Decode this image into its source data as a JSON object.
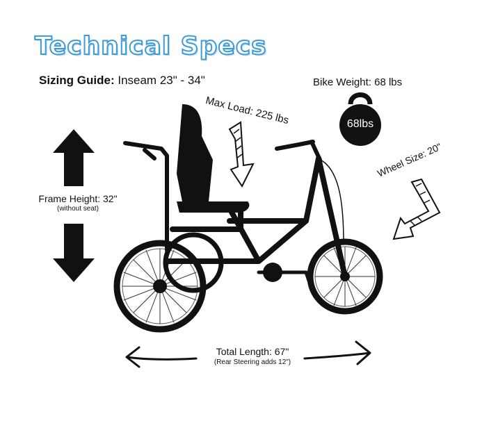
{
  "title": "Technical Specs",
  "sizing": {
    "label": "Sizing Guide:",
    "value": "Inseam 23\" - 34\""
  },
  "bike_weight": {
    "label": "Bike Weight: 68 lbs",
    "badge": "68lbs"
  },
  "max_load": "Max Load: 225 lbs",
  "wheel_size": "Wheel Size: 20\"",
  "frame_height": {
    "label": "Frame Height: 32\"",
    "note": "(without seat)"
  },
  "total_length": {
    "label": "Total Length: 67\"",
    "note": "(Rear Steering adds 12\")"
  },
  "colors": {
    "title_outline": "#3d9ad6",
    "ink": "#111111"
  }
}
